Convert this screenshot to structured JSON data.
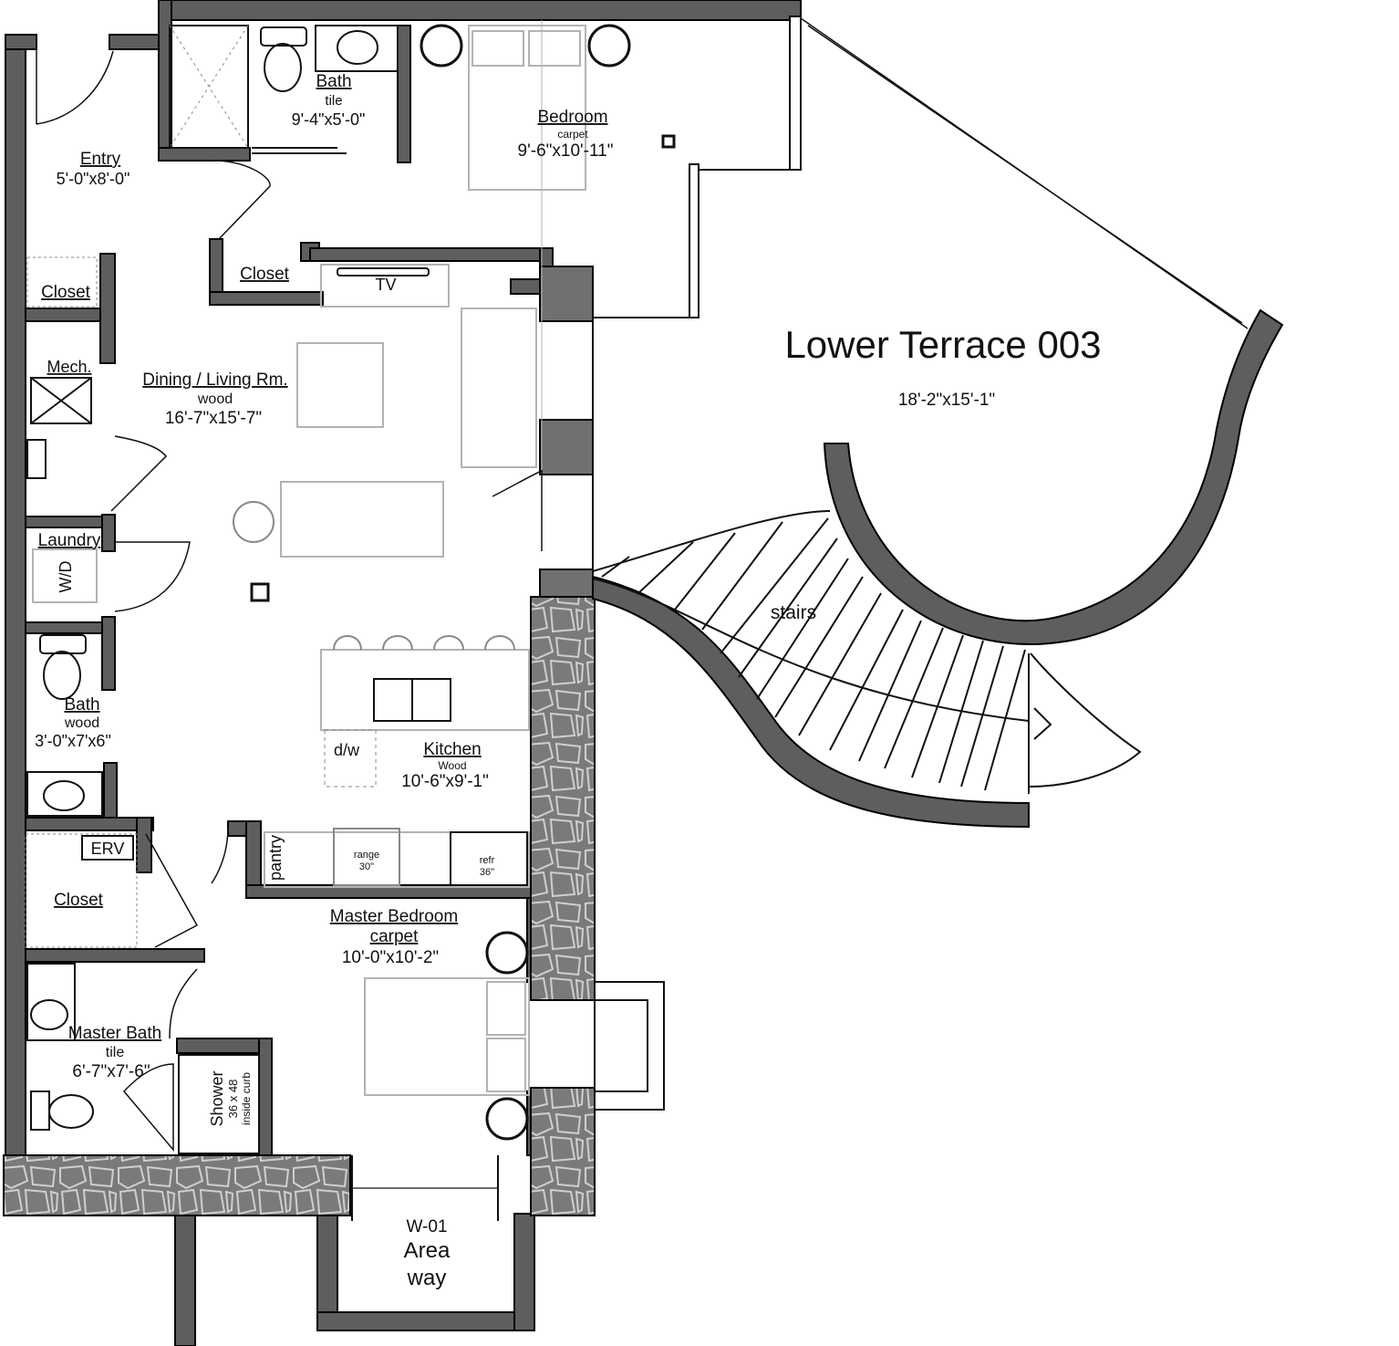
{
  "colors": {
    "wall": "#5e5e5e",
    "wall_outline": "#000000",
    "stone": "#7a7a7a",
    "stone_line": "#c9c9c9",
    "furniture": "#b3b3b3",
    "line": "#111111"
  },
  "rooms": {
    "entry": {
      "name": "Entry",
      "size": "5'-0\"x8'-0\""
    },
    "bath_upper": {
      "name": "Bath",
      "finish": "tile",
      "size": "9'-4\"x5'-0\""
    },
    "bedroom": {
      "name": "Bedroom",
      "finish": "carpet",
      "size": "9'-6\"x10'-11\""
    },
    "closet_upper": {
      "name": "Closet"
    },
    "closet_left": {
      "name": "Closet"
    },
    "mech": {
      "name": "Mech."
    },
    "living": {
      "name": "Dining / Living Rm.",
      "finish": "wood",
      "size": "16'-7\"x15'-7\""
    },
    "laundry": {
      "name": "Laundry",
      "appliance": "W/D"
    },
    "bath_lower": {
      "name": "Bath",
      "finish": "wood",
      "size": "3'-0\"x7'x6\""
    },
    "kitchen": {
      "name": "Kitchen",
      "finish": "Wood",
      "size": "10'-6\"x9'-1\""
    },
    "master_bed": {
      "name": "Master Bedroom",
      "finish": "carpet",
      "size": "10'-0\"x10'-2\""
    },
    "master_bath": {
      "name": "Master Bath",
      "finish": "tile",
      "size": "6'-7\"x7'-6\""
    },
    "closet_lower": {
      "name": "Closet"
    },
    "terrace": {
      "name": "Lower Terrace 003",
      "size": "18'-2\"x15'-1\""
    }
  },
  "fixtures": {
    "tv": "TV",
    "dw": "d/w",
    "erv": "ERV",
    "pantry": "pantry",
    "range": "range",
    "range_size": "30\"",
    "refr": "refr",
    "refr_size": "36\"",
    "shower": "Shower",
    "shower_size": "36 x 48",
    "shower_note": "inside curb",
    "stairs": "stairs"
  },
  "areaway": {
    "window": "W-01",
    "line1": "Area",
    "line2": "way"
  }
}
